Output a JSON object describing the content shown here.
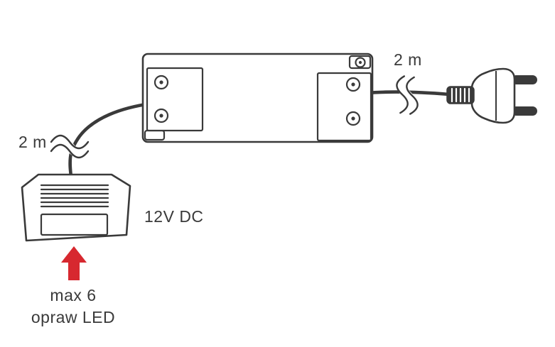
{
  "diagram": {
    "title_hint": "LED power supply wiring diagram",
    "labels": {
      "cable_left_length": "2 m",
      "cable_right_length": "2 m",
      "output_voltage": "12V DC",
      "max_fixtures_line1": "max 6",
      "max_fixtures_line2": "opraw LED"
    },
    "colors": {
      "stroke": "#3a3a3a",
      "arrow_red": "#d7282f",
      "arrow_red_outline": "#a81d22",
      "background": "#ffffff"
    },
    "components": {
      "power_supply": "power-supply-unit",
      "plug": "eu-mains-plug",
      "distributor": "led-distributor-box",
      "arrow": "input-arrow"
    }
  }
}
